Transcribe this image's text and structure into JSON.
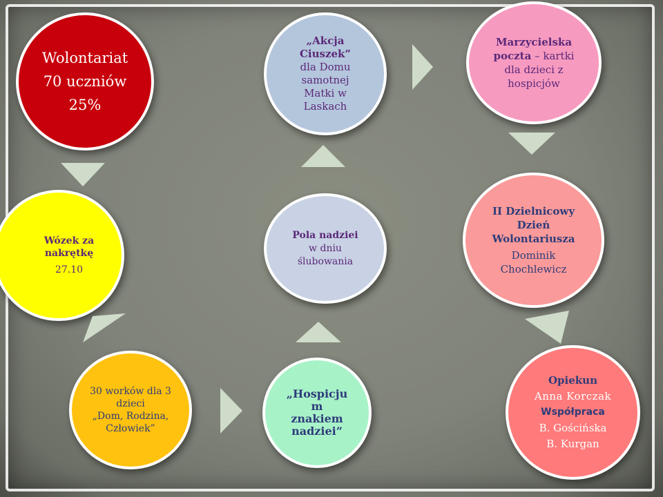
{
  "nodes": {
    "wolontariat": {
      "line1": "Wolontariat",
      "line2": "70 uczniów",
      "line3": "25%"
    },
    "akcja": {
      "line1": "„Akcja",
      "line2": "Ciuszek”",
      "line3": "dla Domu",
      "line4": "samotnej",
      "line5": "Matki w",
      "line6": "Laskach"
    },
    "marzycielska": {
      "line1": "Marzycielska",
      "line2_bold": "poczta",
      "line2_rest": " – kartki",
      "line3": "dla dzieci z",
      "line4": "hospicjów"
    },
    "wozek": {
      "line1": "Wózek za",
      "line2": "nakrętkę",
      "line3": "27.10"
    },
    "pola": {
      "line1": "Pola nadziei",
      "line2": "w dniu",
      "line3": "ślubowania"
    },
    "dzien": {
      "line1": "II Dzielnicowy",
      "line2": "Dzień",
      "line3": "Wolontariusza",
      "line4": "Dominik",
      "line5": "Chochlewicz"
    },
    "worki": {
      "line1": "30 worków dla 3",
      "line2": "dzieci",
      "line3": "„Dom, Rodzina,",
      "line4": "Człowiek”"
    },
    "hospicjum": {
      "line1": "„Hospicju",
      "line2": "m",
      "line3": "znakiem",
      "line4": "nadziei”"
    },
    "opiekun": {
      "line1": "Opiekun",
      "line2": "Anna Korczak",
      "line3": "Współpraca",
      "line4": "B. Gościńska",
      "line5": "B. Kurgan"
    }
  },
  "colors": {
    "wolontariat": "#c8000c",
    "akcja": "#b4c6dc",
    "marzycielska": "#f79ac0",
    "wozek": "#ffff00",
    "pola": "#c8d2e4",
    "dzien": "#fa9a9a",
    "worki": "#ffc20e",
    "hospicjum": "#a8f2c8",
    "opiekun": "#ff7a7a",
    "arrow": "#cfdcca",
    "text_purple": "#5a2878",
    "text_blue": "#2e3c7a"
  }
}
